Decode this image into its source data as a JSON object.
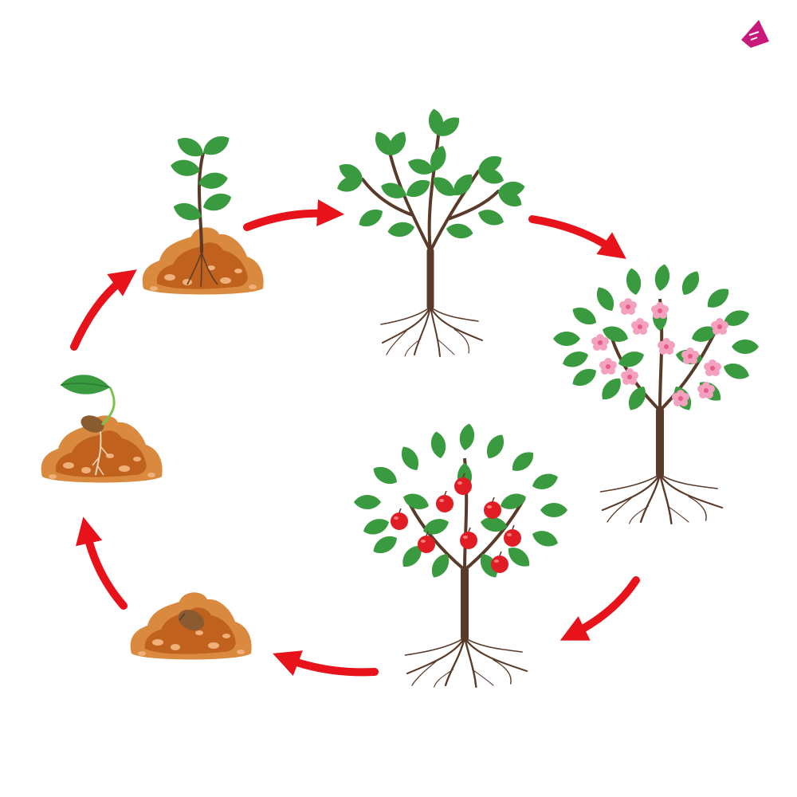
{
  "diagram": {
    "kind": "life-cycle",
    "stages": [
      {
        "id": "seed-in-soil",
        "icon": "seed-in-soil-icon"
      },
      {
        "id": "germinating-seed",
        "icon": "germinating-seed-icon"
      },
      {
        "id": "seedling",
        "icon": "seedling-icon"
      },
      {
        "id": "young-tree",
        "icon": "young-tree-icon"
      },
      {
        "id": "flowering-tree",
        "icon": "flowering-tree-icon"
      },
      {
        "id": "fruiting-tree",
        "icon": "apple-tree-icon"
      }
    ],
    "arrow_direction": "clockwise",
    "colors": {
      "arrow": "#e8121b",
      "soil_outer": "#d98a3e",
      "soil_inner": "#c0621d",
      "soil_spots": "#f0b07a",
      "leaf": "#3a9a3f",
      "leaf_dark": "#2b7a34",
      "trunk": "#5a3a28",
      "blossom": "#f4a0bf",
      "blossom_center": "#e85a8a",
      "apple": "#e01d24",
      "logo": "#c8197a"
    }
  }
}
